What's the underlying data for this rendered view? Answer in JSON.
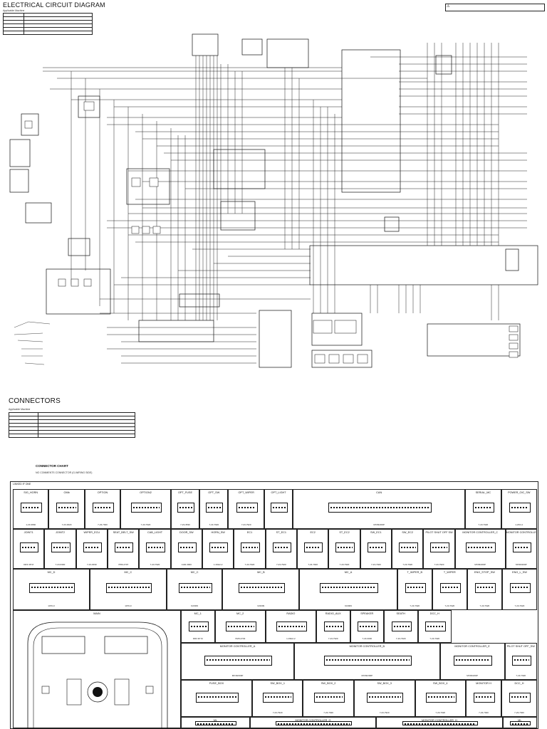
{
  "header": {
    "title": "ELECTRICAL CIRCUIT DIAGRAM",
    "applicable_label": "Applicable Machine"
  },
  "connectors_section": {
    "title": "CONNECTORS",
    "applicable_label": "Applicable Machine"
  },
  "connector_chart": {
    "title": "CONNECTOR CHART",
    "subtitle": "NO COMMENTS CONNECTOR (G-WIRING SIDE)",
    "grid_label": "LINKED IF ONE",
    "rows": [
      [
        {
          "name": "SIG_HORN",
          "part": "1-23-3660"
        },
        {
          "name": "OMb",
          "part": "7-23-3020"
        },
        {
          "name": "OPTION",
          "part": "7-23-7920"
        },
        {
          "name": "OPTION2",
          "part": "7-23-7920"
        },
        {
          "name": "OPT_FUSE",
          "part": "7-23-3530"
        },
        {
          "name": "OPT_SW",
          "part": "7-23-7920"
        },
        {
          "name": "OPT_WIPER",
          "part": "7-23-7920"
        },
        {
          "name": "OPT_LIGHT",
          "part": ""
        },
        {
          "name": "CAN",
          "part": "MX39/200P"
        },
        {
          "name": "SERIAL_MC",
          "part": "7-23-7920"
        },
        {
          "name": "POWER_OIC_SW",
          "part": "1-23/4-J"
        }
      ],
      [
        {
          "name": "JOINT1",
          "part": "DR3 3P M"
        },
        {
          "name": "JOINT2",
          "part": "7-23-6300"
        },
        {
          "name": "WIPER_ECU",
          "part": "7-23-3030"
        },
        {
          "name": "SEAT_BELT_SW",
          "part": "7050-4707"
        },
        {
          "name": "CAB_LIGHT",
          "part": "7-23-7920"
        },
        {
          "name": "DOOR_SW",
          "part": "1140-3000"
        },
        {
          "name": "HORN_SW",
          "part": "1-33H2-2"
        },
        {
          "name": "EC1",
          "part": "7-23-7920"
        },
        {
          "name": "ST_EC1",
          "part": "7-23-7920"
        },
        {
          "name": "EC2",
          "part": "7-23-7920"
        },
        {
          "name": "ST_EC2",
          "part": "7-23-7920"
        },
        {
          "name": "SW_EC1",
          "part": "7-23-7920"
        },
        {
          "name": "SW_EC2",
          "part": "7-23-7920"
        },
        {
          "name": "PILOT SHUT OFF SW",
          "part": "7-23-7920"
        },
        {
          "name": "MONITOR CONTROLLER_C",
          "part": "MX39/200P"
        },
        {
          "name": "MONITOR CONTROLLER_D",
          "part": "MX39/200P"
        }
      ],
      [
        {
          "name": "MC_D",
          "part": "1070-0"
        },
        {
          "name": "MC_C",
          "part": "1070-0"
        },
        {
          "name": "MC_C",
          "part": "D/2009"
        },
        {
          "name": "MC_B",
          "part": "D/2009"
        },
        {
          "name": "MC_A",
          "part": "D/2009"
        },
        {
          "name": "T_WIPER_B",
          "part": "7-23-7920"
        },
        {
          "name": "T_WIPER",
          "part": "7-23-7920"
        },
        {
          "name": "ENG_STOP_SW",
          "part": "7-23-7920"
        },
        {
          "name": "ENG_L_SW",
          "part": "7-23-7920"
        }
      ]
    ],
    "row4": [
      {
        "name": "MC_1",
        "part": "DR3 3P M"
      },
      {
        "name": "MC_2",
        "part": "7025-4703"
      },
      {
        "name": "RADIO",
        "part": "1-33H2-2"
      },
      {
        "name": "RADIO_AUX",
        "part": "7-23-7920"
      },
      {
        "name": "SPEAKER",
        "part": "7-23-3030"
      },
      {
        "name": "SEATH",
        "part": "7-23-7920"
      },
      {
        "name": "DCC_H",
        "part": "7-23-7920"
      }
    ],
    "row5": [
      {
        "name": "MONITOR CONTROLLER_A",
        "part": "MX39/200P"
      },
      {
        "name": "MONITOR CONTROLLER_B",
        "part": "MX39/200P"
      },
      {
        "name": "MONITOR CONTROLLER_E",
        "part": "MX39/200P"
      },
      {
        "name": "PILOT SHUT OFF_SW",
        "part": "7-23-7920"
      }
    ],
    "row6": [
      {
        "name": "FUSE_BOX",
        "part": ""
      },
      {
        "name": "SW_BOX_1",
        "part": "7-23-7920"
      },
      {
        "name": "SW_BOX_2",
        "part": "7-23-7920"
      },
      {
        "name": "SW_BOX_3",
        "part": "7-23-7920"
      },
      {
        "name": "SW_BOX_4",
        "part": "7-23-7920"
      },
      {
        "name": "MONITOR H",
        "part": "7-23-7920"
      },
      {
        "name": "DCC_H",
        "part": "7-23-7920"
      }
    ],
    "big_block": "MAIN",
    "row7": [
      "ML",
      "MONITOR CONTROLLER_G",
      "MONITOR CONTROLLER_H",
      "ML"
    ]
  }
}
